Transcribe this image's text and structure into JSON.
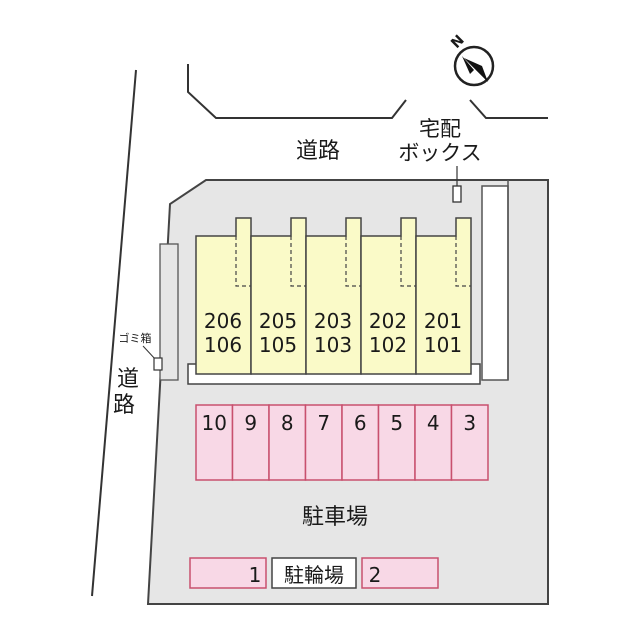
{
  "compass": {
    "label": "N",
    "icon": "north-arrow-icon"
  },
  "roads": {
    "top_label": "道路",
    "left_label_chars": [
      "道",
      "路"
    ]
  },
  "delivery_box": {
    "label_line1": "宅配",
    "label_line2": "ボックス"
  },
  "garbage_box": {
    "label": "ゴミ箱"
  },
  "building": {
    "units": [
      {
        "upper": "206",
        "lower": "106"
      },
      {
        "upper": "205",
        "lower": "105"
      },
      {
        "upper": "203",
        "lower": "103"
      },
      {
        "upper": "202",
        "lower": "102"
      },
      {
        "upper": "201",
        "lower": "101"
      }
    ]
  },
  "parking": {
    "label": "駐車場",
    "spaces": [
      "10",
      "9",
      "8",
      "7",
      "6",
      "5",
      "4",
      "3"
    ]
  },
  "bicycle_parking": {
    "label": "駐輪場",
    "spaces": [
      "1",
      "2"
    ]
  },
  "colors": {
    "lot": "#e6e6e6",
    "building": "#fafac8",
    "parking_fill": "#f8d8e6",
    "parking_border": "#c8506e",
    "outline": "#444444"
  }
}
